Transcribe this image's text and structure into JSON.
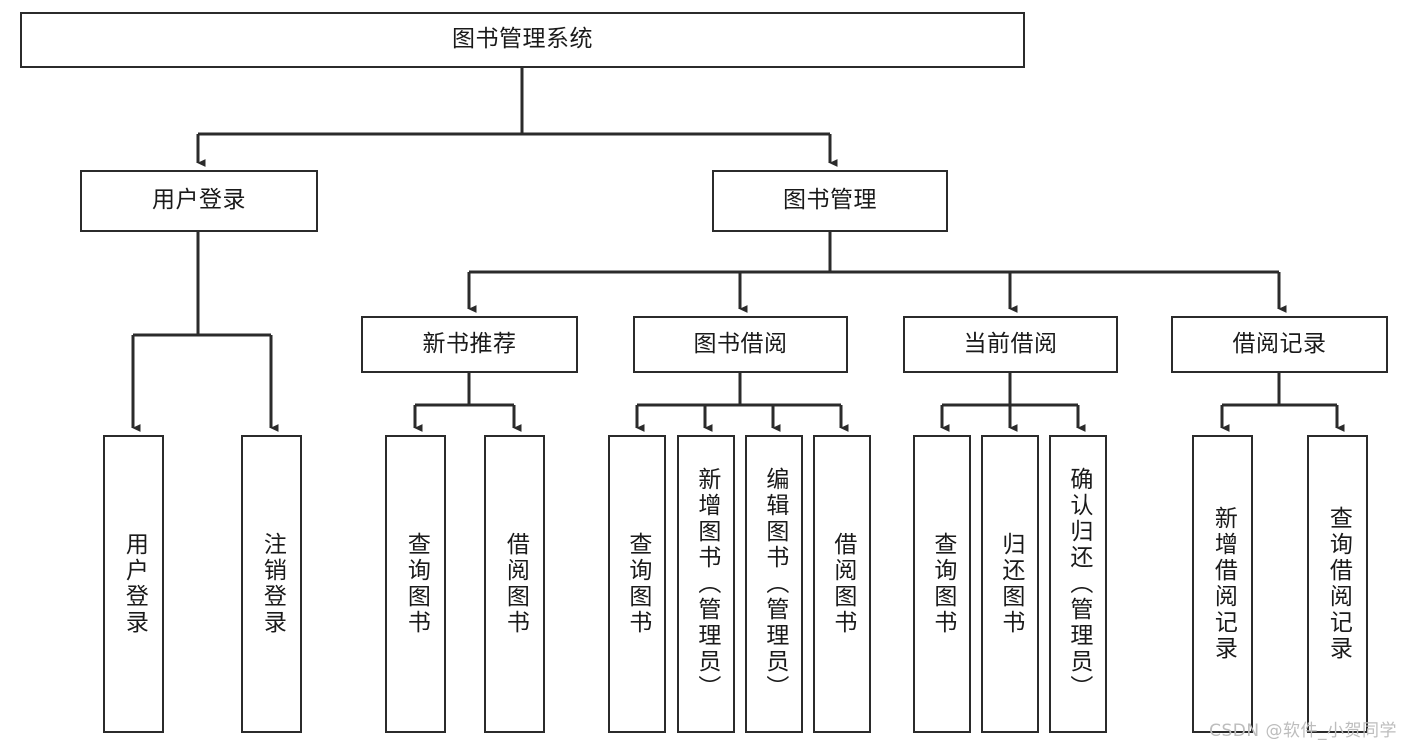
{
  "diagram": {
    "title": "图书管理系统",
    "type": "tree-hierarchy",
    "watermark": "CSDN @软件_小贺同学",
    "colors": {
      "border": "#2b2b2b",
      "background": "#ffffff",
      "text": "#1a1a1a",
      "connector": "#2b2b2b",
      "watermark": "#bdbdbd"
    },
    "root": {
      "label": "图书管理系统"
    },
    "level2": [
      {
        "label": "用户登录"
      },
      {
        "label": "图书管理"
      }
    ],
    "level3": [
      {
        "label": "新书推荐"
      },
      {
        "label": "图书借阅"
      },
      {
        "label": "当前借阅"
      },
      {
        "label": "借阅记录"
      }
    ],
    "leaves_user_login": [
      {
        "label": "用户登录"
      },
      {
        "label": "注销登录"
      }
    ],
    "leaves_new_books": [
      {
        "label": "查询图书"
      },
      {
        "label": "借阅图书"
      }
    ],
    "leaves_borrow": [
      {
        "label": "查询图书"
      },
      {
        "label": "新增图书（管理员）"
      },
      {
        "label": "编辑图书（管理员）"
      },
      {
        "label": "借阅图书"
      }
    ],
    "leaves_current": [
      {
        "label": "查询图书"
      },
      {
        "label": "归还图书"
      },
      {
        "label": "确认归还（管理员）"
      }
    ],
    "leaves_records": [
      {
        "label": "新增借阅记录"
      },
      {
        "label": "查询借阅记录"
      }
    ]
  }
}
